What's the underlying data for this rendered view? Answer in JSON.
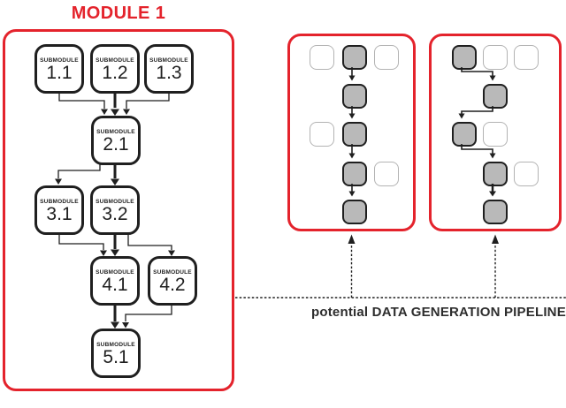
{
  "module1": {
    "title": "MODULE 1",
    "nodes": [
      {
        "label": "SUBMODULE",
        "number": "1.1"
      },
      {
        "label": "SUBMODULE",
        "number": "1.2"
      },
      {
        "label": "SUBMODULE",
        "number": "1.3"
      },
      {
        "label": "SUBMODULE",
        "number": "2.1"
      },
      {
        "label": "SUBMODULE",
        "number": "3.1"
      },
      {
        "label": "SUBMODULE",
        "number": "3.2"
      },
      {
        "label": "SUBMODULE",
        "number": "4.1"
      },
      {
        "label": "SUBMODULE",
        "number": "4.2"
      },
      {
        "label": "SUBMODULE",
        "number": "5.1"
      }
    ]
  },
  "pipelines": {
    "caption": "potential DATA GENERATION PIPELINE",
    "panels": [
      {
        "name": "pipeline-panel-1",
        "cells": [
          {
            "row": 0,
            "col": 0,
            "filled": false
          },
          {
            "row": 0,
            "col": 1,
            "filled": true
          },
          {
            "row": 0,
            "col": 2,
            "filled": false
          },
          {
            "row": 1,
            "col": 1,
            "filled": true
          },
          {
            "row": 2,
            "col": 0,
            "filled": false
          },
          {
            "row": 2,
            "col": 1,
            "filled": true
          },
          {
            "row": 3,
            "col": 1,
            "filled": true
          },
          {
            "row": 3,
            "col": 2,
            "filled": false
          },
          {
            "row": 4,
            "col": 1,
            "filled": true
          }
        ]
      },
      {
        "name": "pipeline-panel-2",
        "cells": [
          {
            "row": 0,
            "col": 0,
            "filled": true
          },
          {
            "row": 0,
            "col": 1,
            "filled": false
          },
          {
            "row": 0,
            "col": 2,
            "filled": false
          },
          {
            "row": 1,
            "col": 1,
            "filled": true
          },
          {
            "row": 2,
            "col": 0,
            "filled": true
          },
          {
            "row": 2,
            "col": 1,
            "filled": false
          },
          {
            "row": 3,
            "col": 1,
            "filled": true
          },
          {
            "row": 3,
            "col": 2,
            "filled": false
          },
          {
            "row": 4,
            "col": 1,
            "filled": true
          }
        ]
      }
    ]
  },
  "colors": {
    "accent_red": "#e4232c",
    "box_gray": "#b9b9b9",
    "line_black": "#1f1f1f"
  }
}
